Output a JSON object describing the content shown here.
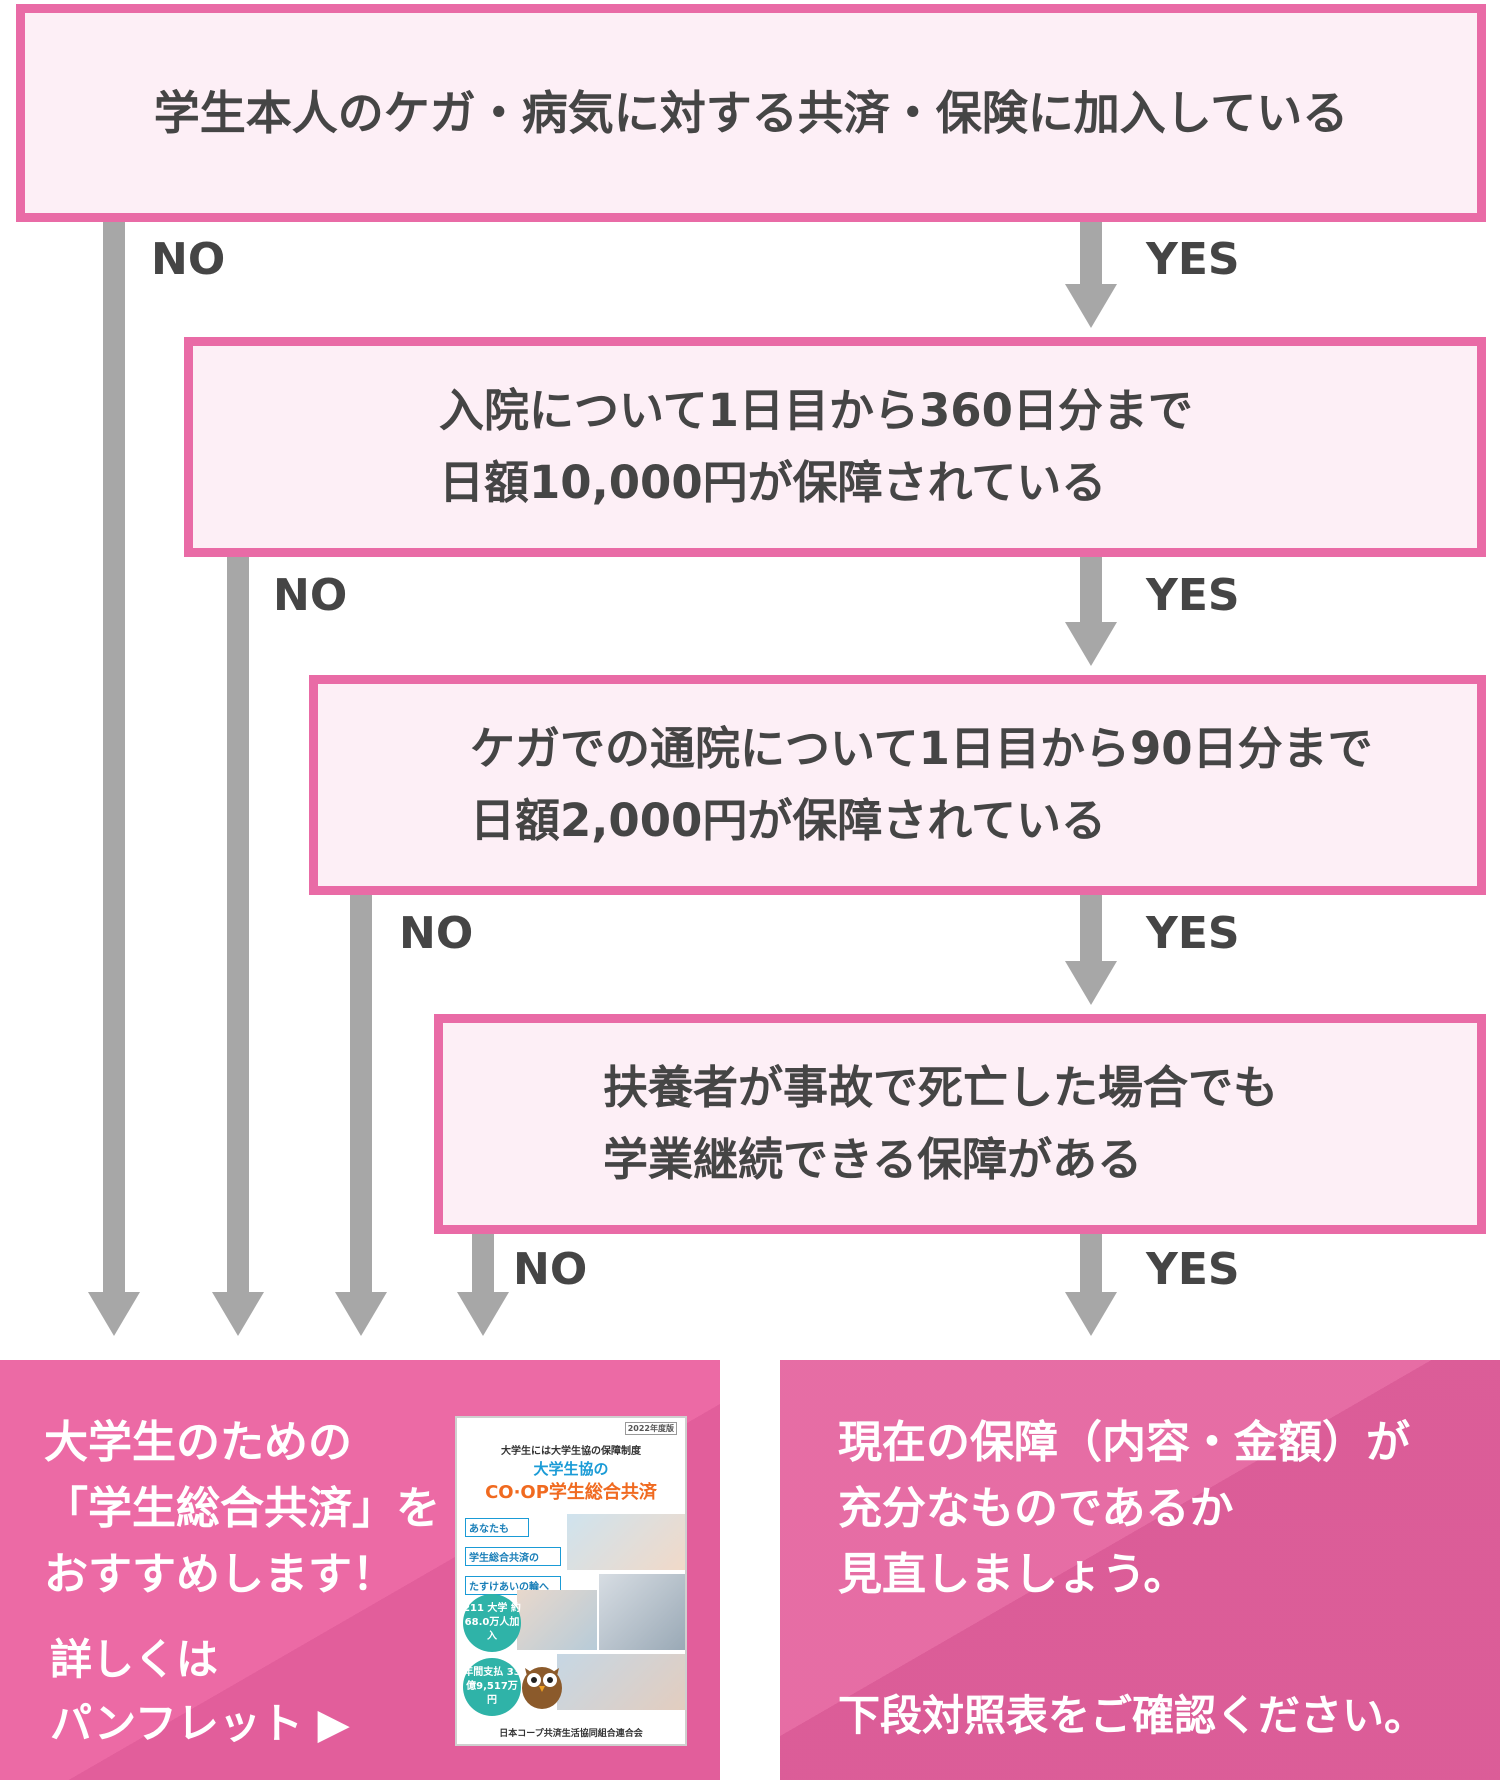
{
  "questions": [
    {
      "lines": [
        "学生本人のケガ・病気に対する共済・保険に加入している"
      ]
    },
    {
      "lines": [
        "入院について1日目から360日分まで",
        "日額10,000円が保障されている"
      ]
    },
    {
      "lines": [
        "ケガでの通院について1日目から90日分まで",
        "日額2,000円が保障されている"
      ]
    },
    {
      "lines": [
        "扶養者が事故で死亡した場合でも",
        "学業継続できる保障がある"
      ]
    }
  ],
  "labels": {
    "no": "NO",
    "yes": "YES"
  },
  "left_panel": {
    "lines": [
      "大学生のための",
      "「学生総合共済」を",
      "おすすめします！"
    ],
    "link_lines": [
      "詳しくは",
      "パンフレット ▶"
    ]
  },
  "brochure": {
    "top_note": "2022年度版",
    "subtitle": "大学生には大学生協の保障制度",
    "title1": "大学生協の",
    "title2": "CO·OP学生総合共済",
    "catch": [
      "あなたも",
      "学生総合共済の",
      "たすけあいの輪へ"
    ],
    "bubble1": "211 大学 約68.0万人加入",
    "bubble2": "年間支払 33億9,517万円",
    "footer": "日本コープ共済生活協同組合連合会"
  },
  "right_panel": {
    "lines": [
      "現在の保障（内容・金額）が",
      "充分なものであるか",
      "見直しましょう。"
    ],
    "note": "下段対照表をご確認ください。"
  },
  "colors": {
    "border": "#e96ba6",
    "box_fill": "#fdeff6",
    "arrow": "#a7a7a7",
    "panel": "#ec6aa5",
    "text": "#454545"
  }
}
